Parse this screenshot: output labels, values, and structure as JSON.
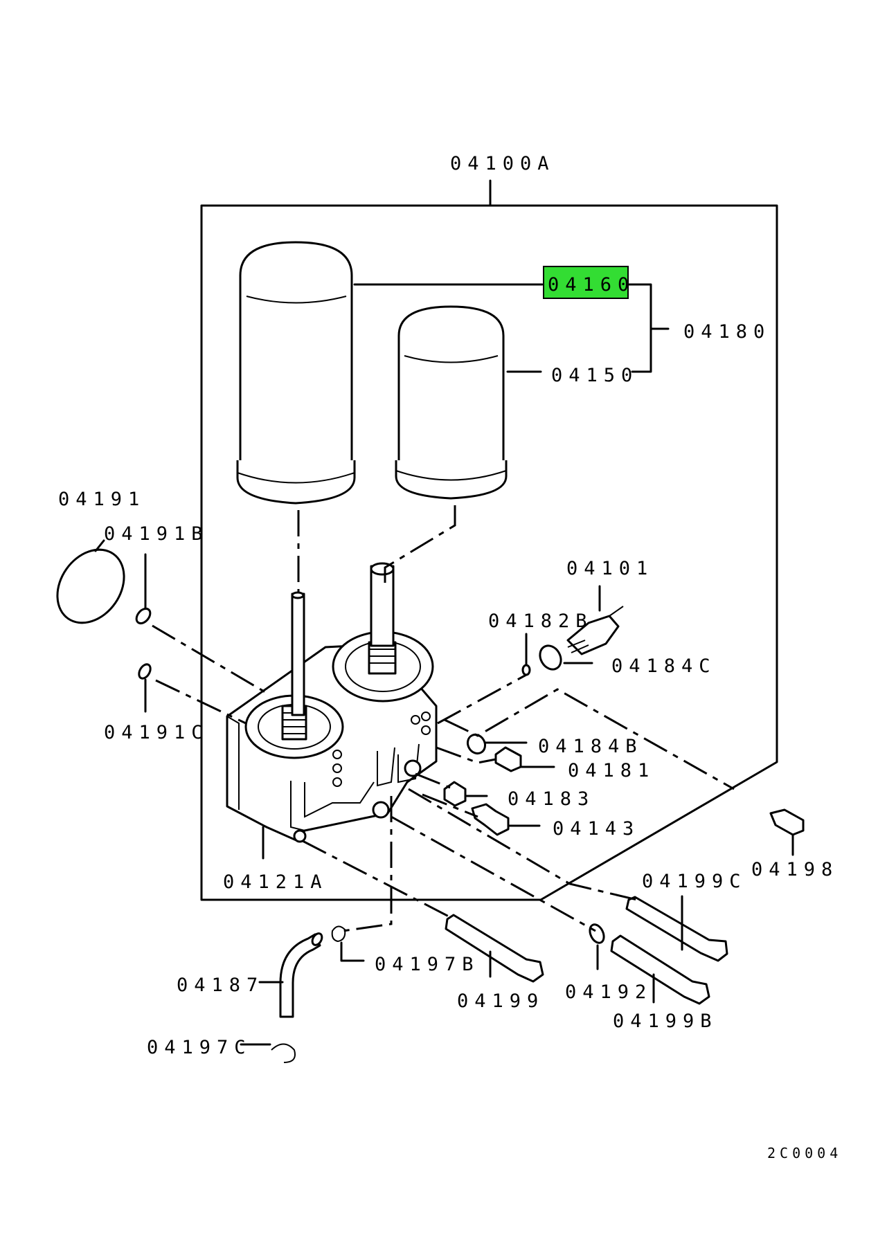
{
  "diagram": {
    "highlight_color": "#33dd33",
    "callouts": {
      "assembly": "04100A",
      "filter_large": "04160",
      "filter_small": "04150",
      "filter_set": "04180",
      "oring_large": "04191",
      "oring_b": "04191B",
      "oring_c": "04191C",
      "sensor": "04101",
      "plug": "04182B",
      "washer_c": "04184C",
      "washer_b": "04184B",
      "bolt_plug": "04181",
      "nut": "04183",
      "bolt_short": "04143",
      "bolt_far": "04198",
      "head": "04121A",
      "bolt_long_c": "04199C",
      "hose": "04187",
      "clip_b": "04197B",
      "bolt_long": "04199",
      "washer": "04192",
      "bolt_long_b": "04199B",
      "clip_c": "04197C"
    },
    "reference_code": "2C0004"
  }
}
